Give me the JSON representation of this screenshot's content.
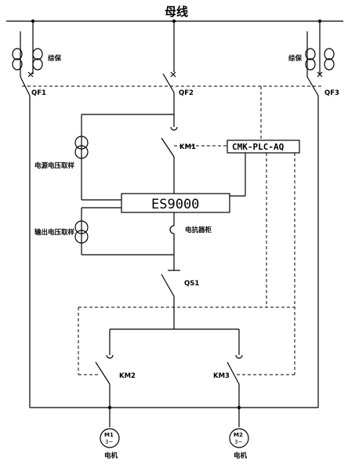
{
  "bus": {
    "label": "母线"
  },
  "labels": {
    "protect_left": "综保",
    "protect_right": "综保",
    "qf1": "QF1",
    "qf2": "QF2",
    "qf3": "QF3",
    "km1": "KM1",
    "km2": "KM2",
    "km3": "KM3",
    "qs1": "QS1",
    "source_voltage": "电源电压取样",
    "output_voltage": "输出电压取样",
    "reactor": "电抗器柜"
  },
  "boxes": {
    "plc": "CMK-PLC-AQ",
    "es": "ES9000"
  },
  "motors": [
    {
      "id": "M1",
      "phase": "3~",
      "label": "电机"
    },
    {
      "id": "M2",
      "phase": "3~",
      "label": "电机"
    }
  ]
}
